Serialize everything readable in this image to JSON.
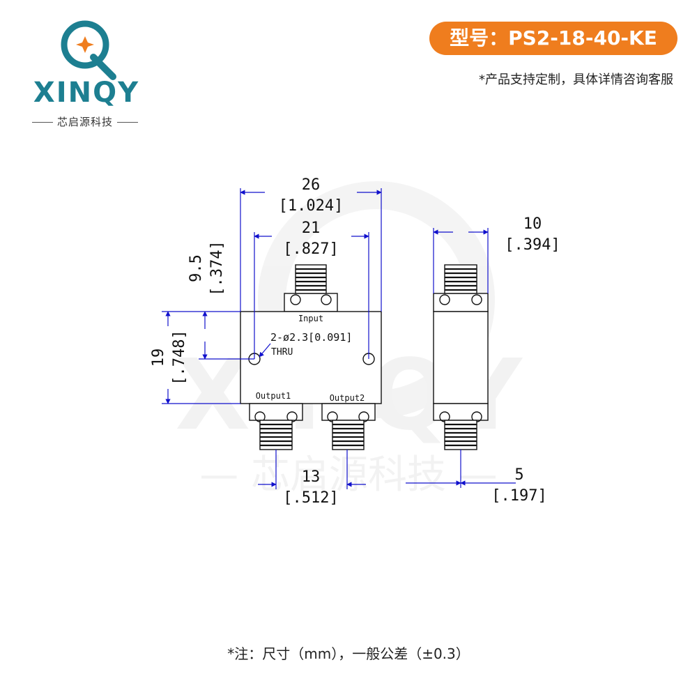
{
  "brand": {
    "name": "XINQY",
    "subtitle": "芯启源科技",
    "accent_color": "#1d7f91",
    "star_color": "#ef7d1e"
  },
  "header": {
    "model_label": "型号：PS2-18-40-KE",
    "custom_note": "*产品支持定制，具体详情咨询客服",
    "pill_color": "#ef7d1e"
  },
  "watermark": {
    "word": "XINQY",
    "subtitle": "— 芯启源科技 —"
  },
  "drawing": {
    "dimensions": {
      "width_total": {
        "mm": "26",
        "inch": "[1.024]"
      },
      "hole_spacing": {
        "mm": "21",
        "inch": "[.827]"
      },
      "hole_offset": {
        "mm": "9.5",
        "inch": "[.374]"
      },
      "body_height": {
        "mm": "19",
        "inch": "[.748]"
      },
      "output_spacing": {
        "mm": "13",
        "inch": "[.512]"
      },
      "side_width": {
        "mm": "10",
        "inch": "[.394]"
      },
      "side_offset": {
        "mm": "5",
        "inch": "[.197]"
      }
    },
    "hole_note": "2-ø2.3[0.091]",
    "thru_label": "THRU",
    "port_input": "Input",
    "port_output1": "Output1",
    "port_output2": "Output2",
    "dimension_color": "#1010cc"
  },
  "footer": {
    "tolerance_note": "*注：尺寸（mm），一般公差（±0.3）"
  }
}
